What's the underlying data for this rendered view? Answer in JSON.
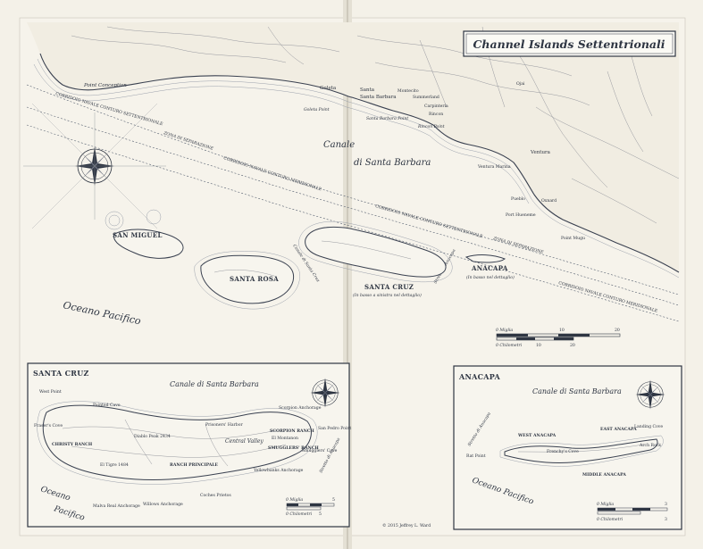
{
  "title": "Channel Islands Settentrionali",
  "main_map": {
    "places": {
      "point_conception": "Point Conception",
      "goleta": "Goleta",
      "goleta_point": "Goleta Point",
      "santa_barbara": "Santa Barbara",
      "montecito": "Montecito",
      "summerland": "Summerland",
      "carpinteria": "Carpinteria",
      "rincon": "Rincon",
      "rincon_point": "Rincon Point",
      "santa_barbara_point": "Santa Barbara Point",
      "ojai": "Ojai",
      "ventura": "Ventura",
      "ventura_marina": "Ventura Marina",
      "oxnard": "Oxnard",
      "pueblo": "Pueblo",
      "port_hueneme": "Port Hueneme",
      "point_mugu": "Point Mugu"
    },
    "water": {
      "channel_line1": "Canale",
      "channel_line2": "di Santa Barbara",
      "ocean": "Oceano Pacifico"
    },
    "lanes": {
      "north_a": "CORRIDOIO NAVALE CONTURO SETTENTRIONALE",
      "zone_a": "ZONA DI SEPARAZIONE",
      "south_a": "CORRIDOIO NAVALE CONTURO MERIDIONALE",
      "north_b": "CORRIDOIO NAVALE CONTURO SETTENTRIONALE",
      "zone_b": "ZONA DI SEPARAZIONE",
      "south_b": "CORRIDOIO NAVALE CONTURO MERIDIONALE",
      "canal_sc": "Canale di Santa Cruz",
      "stretto": "Stretto di Anacapa"
    },
    "islands": {
      "san_miguel": "SAN MIGUEL",
      "santa_rosa": "SANTA ROSA",
      "santa_cruz": "SANTA CRUZ",
      "santa_cruz_note": "(In basso a sinistra nel dettaglio)",
      "anacapa": "ANACAPA",
      "anacapa_note": "(In basso nel dettaglio)"
    },
    "scale": {
      "miles_label": "0 Miglia",
      "miles_ticks": [
        "10",
        "20"
      ],
      "km_label": "0 Chilometri",
      "km_ticks": [
        "10",
        "20"
      ]
    }
  },
  "santa_cruz_inset": {
    "title": "SANTA CRUZ",
    "channel": "Canale di Santa Barbara",
    "ocean_line1": "Oceano",
    "ocean_line2": "Pacifico",
    "places": {
      "west_point": "West Point",
      "painted_cave": "Painted Cave",
      "fraser_cove": "Fraser's Cove",
      "christy_ranch": "CHRISTY RANCH",
      "diablo_peak": "Diablo Peak 2434",
      "el_tigre": "El Tigre 1484",
      "prisoners_harbor": "Prisoners' Harbor",
      "central_valley": "Central Valley",
      "rancho_principale": "RANCH PRINCIPALE",
      "scorpion_anchorage": "Scorpion Anchorage",
      "scorpion_ranch": "SCORPION RANCH",
      "el_montanon": "El Montanon",
      "smugglers_ranch": "SMUGGLERS' RANCH",
      "smugglers_cove": "Smugglers' Cove",
      "san_pedro_point": "San Pedro Point",
      "yellowbanks": "Yellowbanks Anchorage",
      "coches_prietos": "Coches Prietos",
      "malva_real": "Malva Real Anchorage",
      "willows": "Willows Anchorage",
      "stretto": "Stretto di Anacapa"
    },
    "scale": {
      "miles_label": "0 Miglia",
      "miles_end": "5",
      "km_label": "0 Chilometri",
      "km_end": "5"
    }
  },
  "anacapa_inset": {
    "title": "ANACAPA",
    "channel": "Canale di Santa Barbara",
    "ocean": "Oceano Pacifico",
    "places": {
      "west_anacapa": "WEST ANACAPA",
      "east_anacapa": "EAST ANACAPA",
      "middle_anacapa": "MIDDLE ANACAPA",
      "frenchys_cove": "Frenchy's Cove",
      "landing_cove": "Landing Cove",
      "arch_rock": "Arch Rock",
      "rat_point": "Rat Point",
      "stretto": "Stretto di Anacapa"
    },
    "scale": {
      "miles_label": "0 Miglia",
      "miles_end": "3",
      "km_label": "0 Chilometri",
      "km_end": "3"
    }
  },
  "credit": "© 2015 Jeffrey L. Ward"
}
